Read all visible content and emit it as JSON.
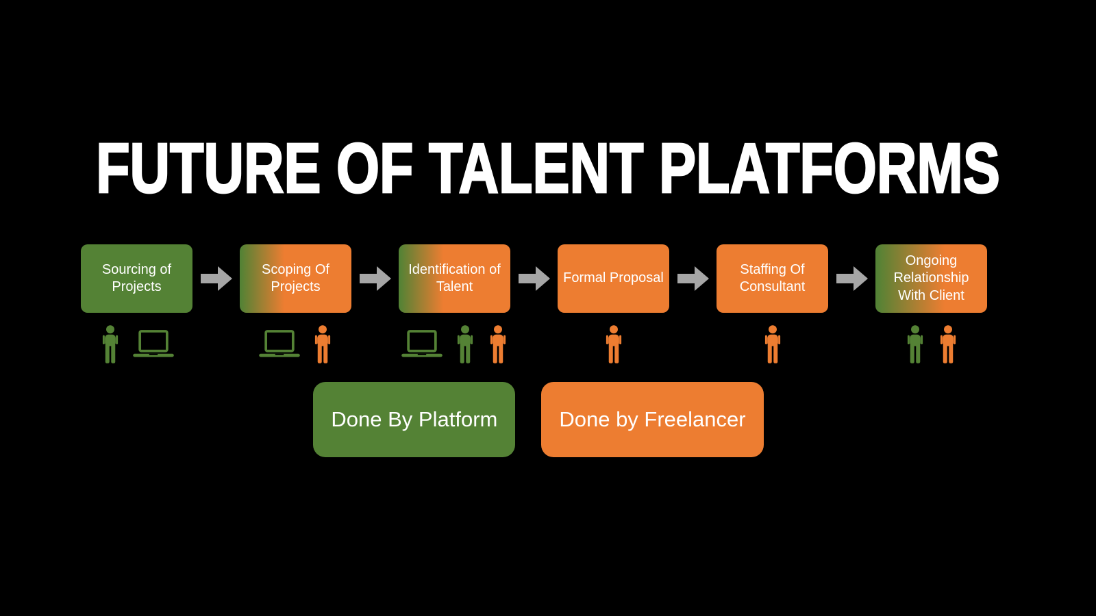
{
  "title": "FUTURE OF TALENT PLATFORMS",
  "colors": {
    "background": "#000000",
    "platform_green": "#548235",
    "freelancer_orange": "#ED7D31",
    "arrow_gray": "#A6A6A6",
    "text_white": "#FFFFFF"
  },
  "flow": {
    "connector": "right-block-arrow",
    "steps": [
      {
        "label": "Sourcing of Projects",
        "fill": "green",
        "icons": [
          "person-green",
          "laptop-green"
        ]
      },
      {
        "label": "Scoping Of Projects",
        "fill": "green-orange-gradient",
        "icons": [
          "laptop-green",
          "person-orange"
        ]
      },
      {
        "label": "Identification of Talent",
        "fill": "green-orange-gradient",
        "icons": [
          "laptop-green",
          "person-green",
          "person-orange"
        ]
      },
      {
        "label": "Formal Proposal",
        "fill": "orange",
        "icons": [
          "person-orange"
        ]
      },
      {
        "label": "Staffing Of Consultant",
        "fill": "orange",
        "icons": [
          "person-orange"
        ]
      },
      {
        "label": "Ongoing Relationship With Client",
        "fill": "green-orange-gradient",
        "icons": [
          "person-green",
          "person-orange"
        ]
      }
    ]
  },
  "legend": [
    {
      "label": "Done By Platform",
      "fill": "green"
    },
    {
      "label": "Done by Freelancer",
      "fill": "orange"
    }
  ]
}
